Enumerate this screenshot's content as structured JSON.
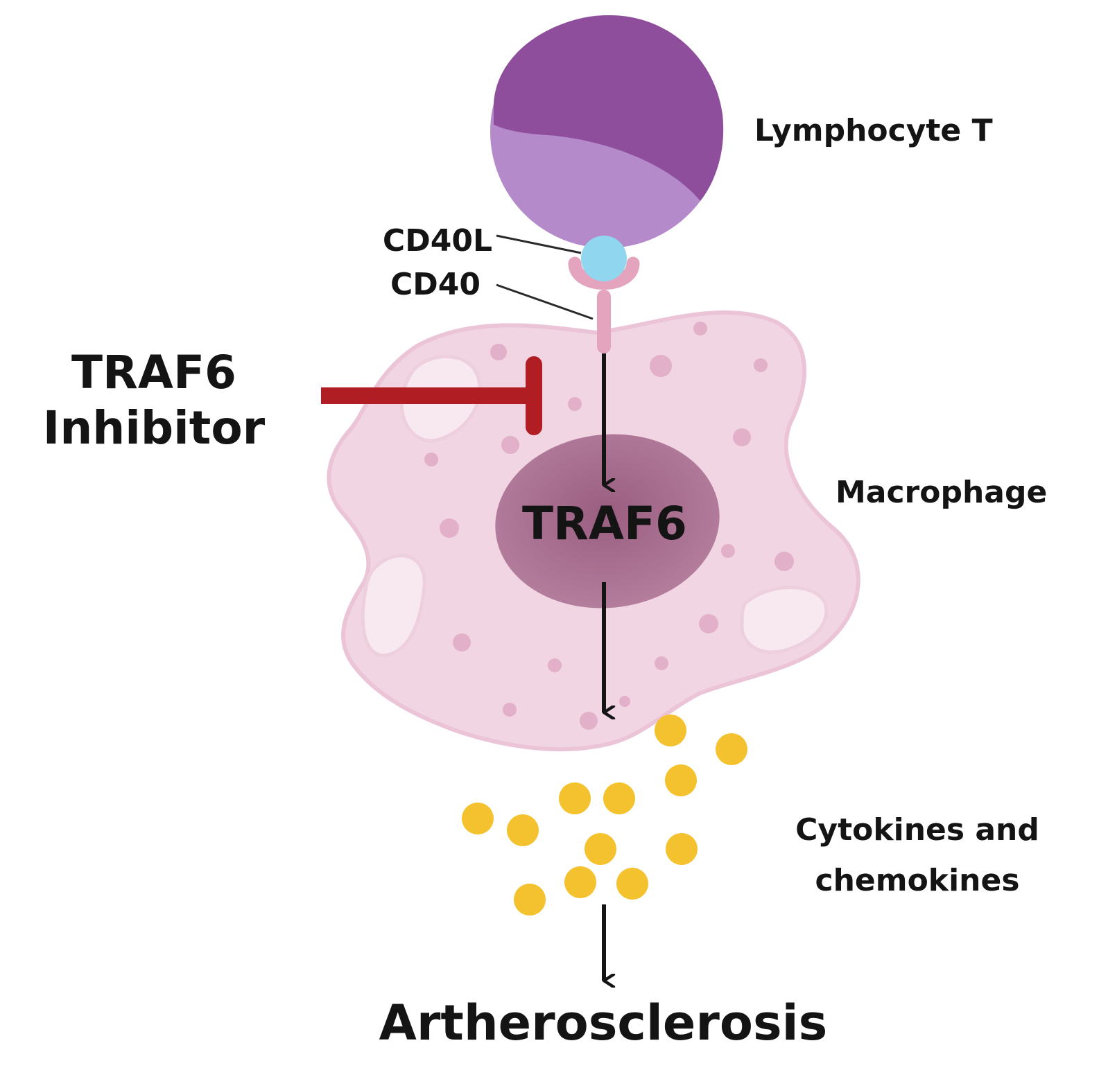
{
  "labels": {
    "lymphocyte": "Lymphocyte T",
    "cd40l": "CD40L",
    "cd40": "CD40",
    "inhibitor_line1": "TRAF6",
    "inhibitor_line2": "Inhibitor",
    "traf6": "TRAF6",
    "macrophage": "Macrophage",
    "cytokines_line1": "Cytokines and",
    "cytokines_line2": "chemokines",
    "outcome": "Artherosclerosis"
  },
  "colors": {
    "lymphocyte_outer": "#B48ACB",
    "lymphocyte_nucleus": "#8E4E9B",
    "cd40l": "#8FD6EE",
    "cd40": "#E5A4BD",
    "macrophage_body": "#F1D5E3",
    "macrophage_edge": "#EBC4D8",
    "macrophage_nucleus": "#A8708F",
    "granule": "#E2B0C8",
    "vacuole": "#F8E8F0",
    "cytokine": "#F5C22F",
    "inhibitor": "#B01E24",
    "arrow": "#141414"
  }
}
